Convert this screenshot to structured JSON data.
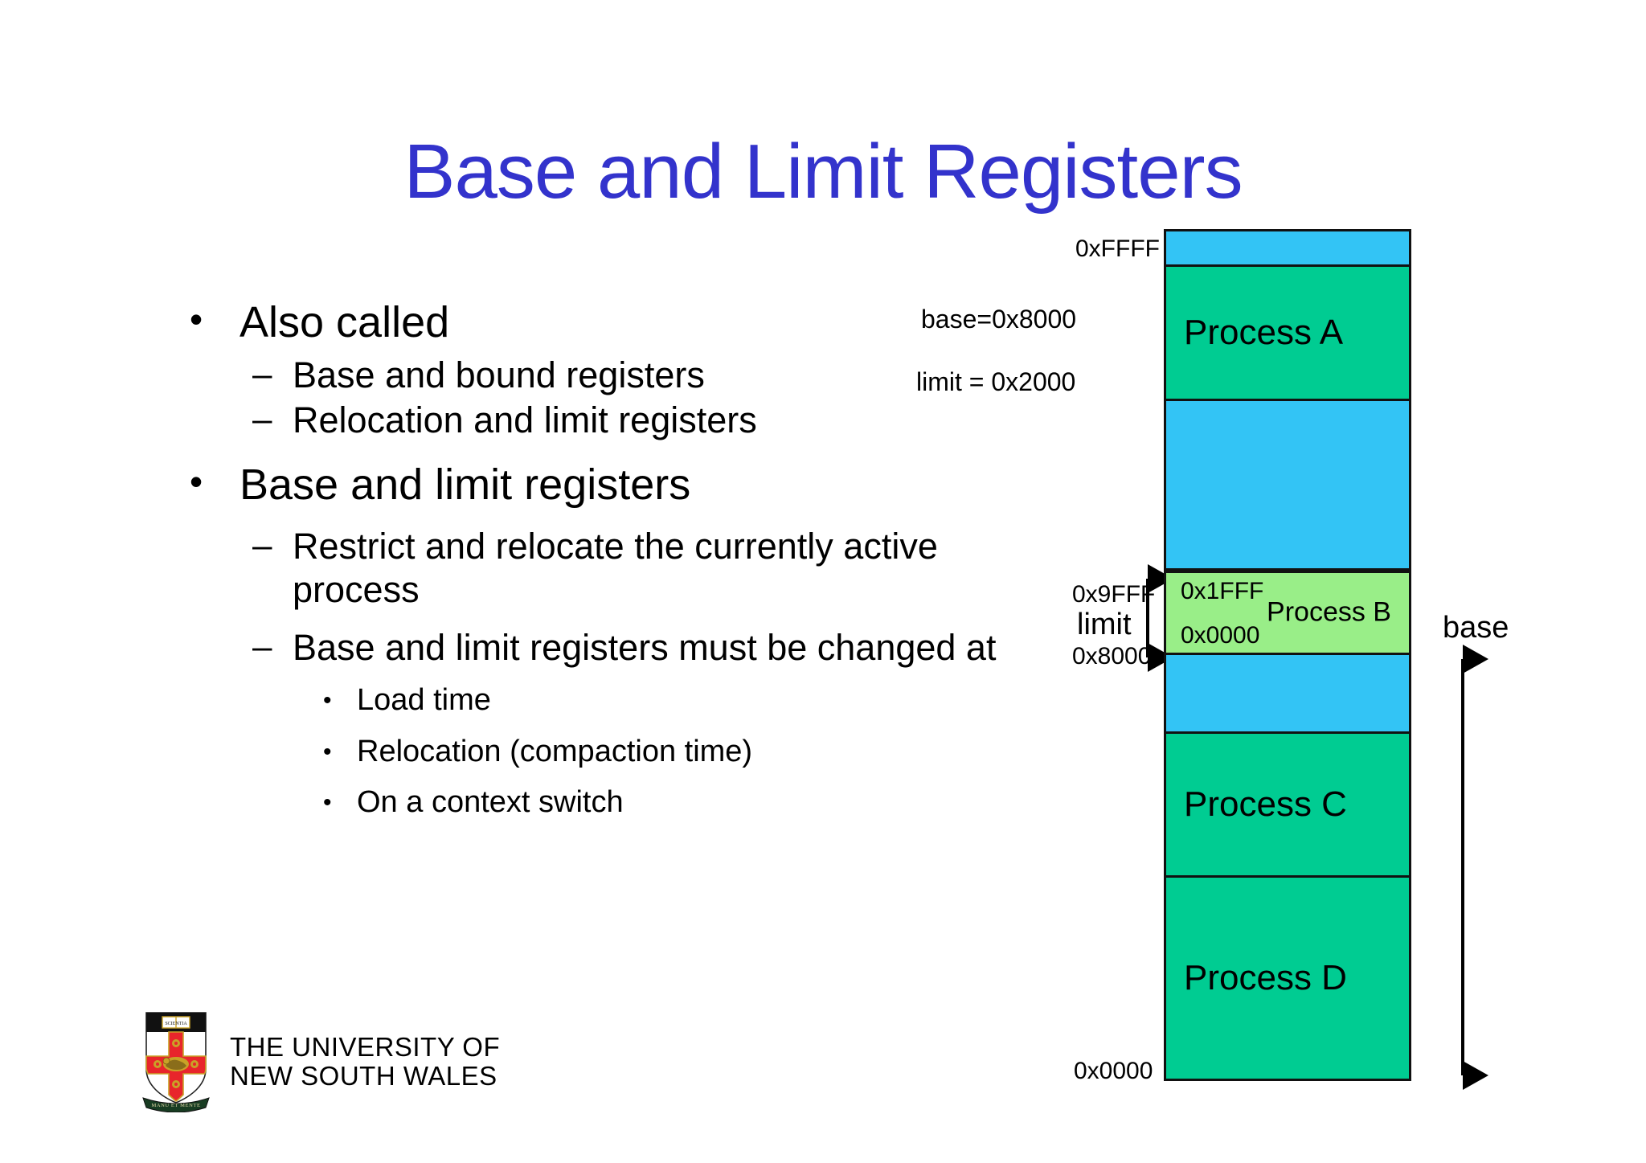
{
  "slide": {
    "title": "Base and Limit Registers",
    "title_color": "#3333CC",
    "background": "#FFFFFF"
  },
  "bullets": [
    {
      "level": 1,
      "marker": "•",
      "text": "Also called"
    },
    {
      "level": 2,
      "marker": "–",
      "text": "Base and bound registers"
    },
    {
      "level": 2,
      "marker": "–",
      "text": "Relocation and limit registers"
    },
    {
      "level": 1,
      "marker": "•",
      "text": "Base and limit registers"
    },
    {
      "level": 2,
      "marker": "–",
      "text": "Restrict and relocate the currently active process"
    },
    {
      "level": 2,
      "marker": "–",
      "text": "Base and limit registers must be changed at"
    },
    {
      "level": 3,
      "marker": "•",
      "text": "Load time"
    },
    {
      "level": 3,
      "marker": "•",
      "text": "Relocation (compaction time)"
    },
    {
      "level": 3,
      "marker": "•",
      "text": "On a context switch"
    }
  ],
  "annotations": {
    "base_value": "base=0x8000",
    "limit_value": "limit = 0x2000"
  },
  "memory_diagram": {
    "top_address": "0xFFFF",
    "bottom_address": "0x0000",
    "limit_top_address": "0x9FFF",
    "limit_bottom_address": "0x8000",
    "limit_label": "limit",
    "base_label": "base",
    "colors": {
      "free": "#33C4F5",
      "used": "#00CC92",
      "active": "#99EE88",
      "border": "#111111"
    },
    "segments": [
      {
        "name": "free-top",
        "label": "",
        "kind": "free",
        "height_pct": 4.2
      },
      {
        "name": "process-a",
        "label": "Process A",
        "kind": "used",
        "height_pct": 15.8
      },
      {
        "name": "free-middle-1",
        "label": "",
        "kind": "free",
        "height_pct": 20.0
      },
      {
        "name": "process-b",
        "label": "Process B",
        "kind": "active",
        "height_pct": 10.0,
        "inner_top_address": "0x1FFF",
        "inner_bottom_address": "0x0000"
      },
      {
        "name": "free-middle-2",
        "label": "",
        "kind": "free",
        "height_pct": 9.3
      },
      {
        "name": "process-c",
        "label": "Process C",
        "kind": "used",
        "height_pct": 17.0
      },
      {
        "name": "process-d",
        "label": "Process D",
        "kind": "used",
        "height_pct": 23.7
      }
    ]
  },
  "footer": {
    "university_line1": "THE UNIVERSITY OF",
    "university_line2": "NEW SOUTH WALES",
    "crest_motto": "MANU ET MENTE",
    "crest_book_word": "SCIENTIA"
  }
}
